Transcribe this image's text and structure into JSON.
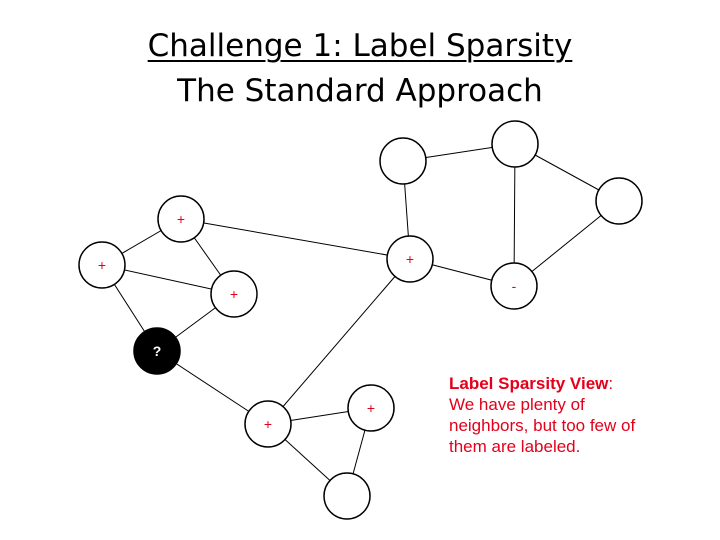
{
  "title": {
    "line1": "Challenge 1: Label Sparsity",
    "line2": "The Standard Approach"
  },
  "colors": {
    "label": "#e3001b",
    "node_stroke": "#000000",
    "unknown_node_fill": "#000000",
    "unknown_node_text": "#ffffff"
  },
  "nodes": [
    {
      "id": "n1",
      "label": "+"
    },
    {
      "id": "n2",
      "label": "+"
    },
    {
      "id": "n3",
      "label": "+"
    },
    {
      "id": "n4",
      "label": "?"
    },
    {
      "id": "n5",
      "label": "+"
    },
    {
      "id": "n6",
      "label": ""
    },
    {
      "id": "n7",
      "label": ""
    },
    {
      "id": "n8",
      "label": ""
    },
    {
      "id": "n9",
      "label": "-"
    },
    {
      "id": "n10",
      "label": "+"
    },
    {
      "id": "n11",
      "label": "+"
    },
    {
      "id": "n12",
      "label": ""
    }
  ],
  "edges": [
    [
      "n1",
      "n2"
    ],
    [
      "n1",
      "n3"
    ],
    [
      "n1",
      "n5"
    ],
    [
      "n2",
      "n3"
    ],
    [
      "n2",
      "n4"
    ],
    [
      "n3",
      "n4"
    ],
    [
      "n4",
      "n10"
    ],
    [
      "n5",
      "n6"
    ],
    [
      "n5",
      "n9"
    ],
    [
      "n5",
      "n10"
    ],
    [
      "n6",
      "n7"
    ],
    [
      "n7",
      "n8"
    ],
    [
      "n7",
      "n9"
    ],
    [
      "n8",
      "n9"
    ],
    [
      "n10",
      "n11"
    ],
    [
      "n10",
      "n12"
    ],
    [
      "n11",
      "n12"
    ]
  ],
  "note": {
    "heading": "Label Sparsity View",
    "colon": ":",
    "line1": "We have plenty of",
    "line2": "neighbors, but too few of",
    "line3": "them are labeled."
  }
}
